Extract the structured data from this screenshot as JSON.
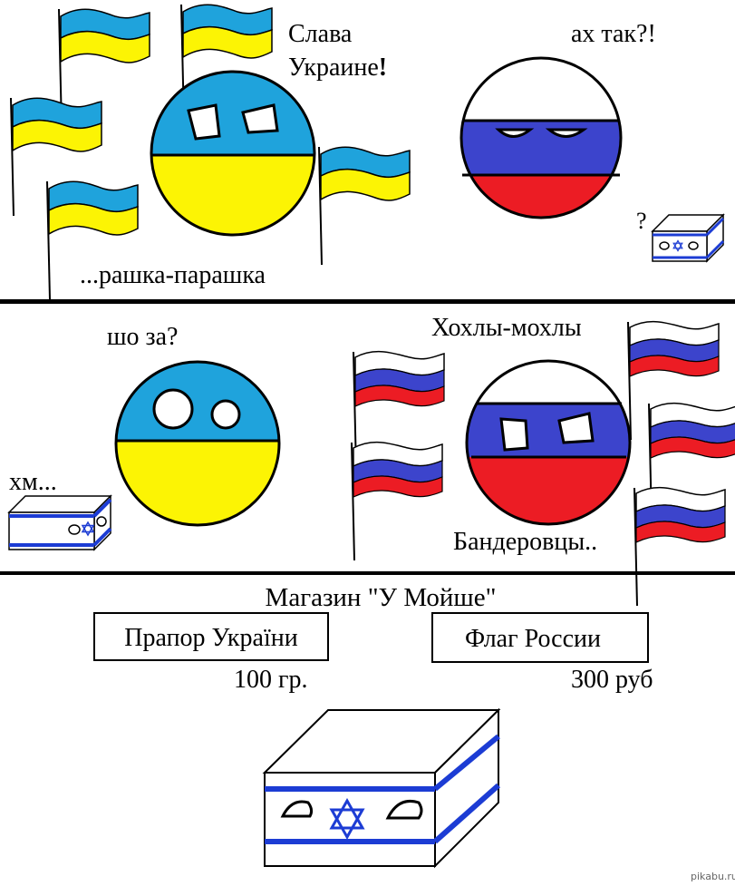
{
  "panel1": {
    "ukraine_speech_line1": "Слава",
    "ukraine_speech_line2": "Украине",
    "ukraine_speech_bang": "!",
    "russia_speech": "ах так?!",
    "ukraine_mutter": "...рашка-парашка",
    "box_question": "?"
  },
  "panel2": {
    "ukraine_speech": "шо за?",
    "box_speech": "хм...",
    "russia_speech_top": "Хохлы-мохлы",
    "russia_speech_bottom": "Бандеровцы.."
  },
  "panel3": {
    "shop_title": "Магазин \"У Мойше\"",
    "product_ua_label": "Прапор України",
    "product_ua_price": "100 гр.",
    "product_ru_label": "Флаг России",
    "product_ru_price": "300 руб"
  },
  "watermark": "pikabu.ru",
  "colors": {
    "ukraine_blue": "#1fa3dc",
    "ukraine_yellow": "#fcf404",
    "russia_blue": "#3c44cc",
    "russia_red": "#ec1c24",
    "israel_blue": "#1c3cd4",
    "divider": "#000000"
  }
}
